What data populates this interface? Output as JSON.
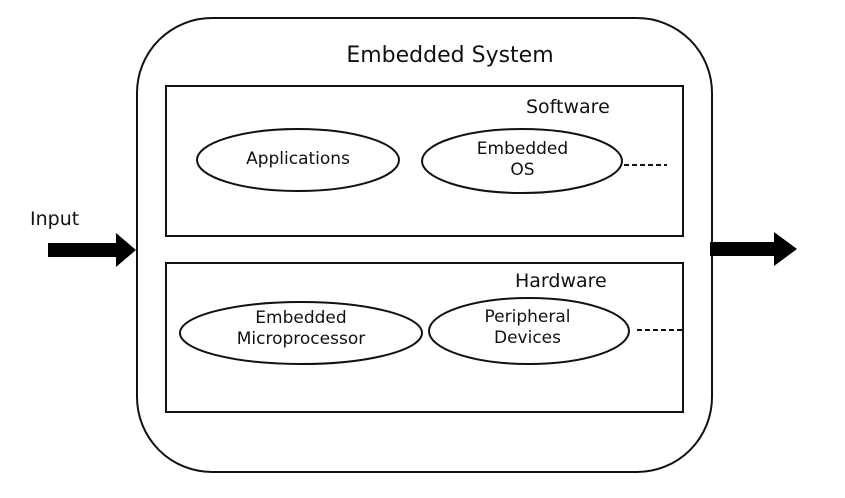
{
  "diagram": {
    "title": "Embedded System",
    "input_label": "Input",
    "software": {
      "title": "Software",
      "items": [
        {
          "line1": "Applications"
        },
        {
          "line1": "Embedded",
          "line2": "OS"
        }
      ]
    },
    "hardware": {
      "title": "Hardware",
      "items": [
        {
          "line1": "Embedded",
          "line2": "Microprocessor"
        },
        {
          "line1": "Peripheral",
          "line2": "Devices"
        }
      ]
    },
    "colors": {
      "stroke": "#111111",
      "fill": "#ffffff",
      "arrow": "#000000"
    }
  }
}
